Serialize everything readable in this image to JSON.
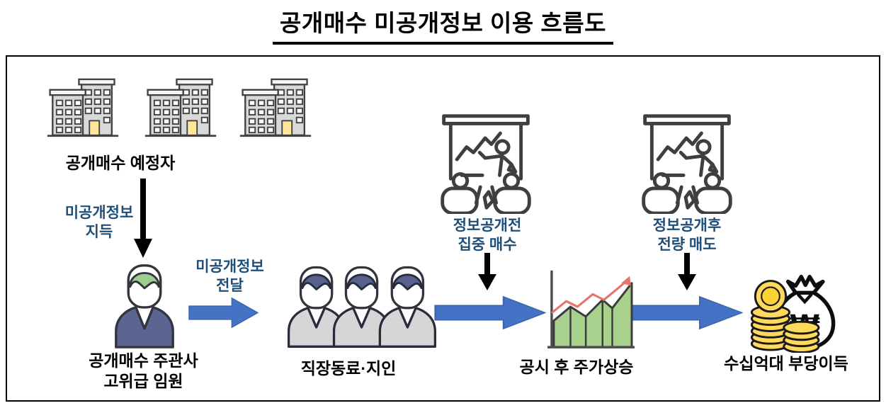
{
  "title": "공개매수 미공개정보 이용 흐름도",
  "nodes": {
    "source": {
      "label": "공개매수 예정자",
      "icon": "office-buildings-icon"
    },
    "executive": {
      "label": "공개매수 주관사\n고위급 임원",
      "icon": "executive-person-icon"
    },
    "colleagues": {
      "label": "직장동료·지인",
      "icon": "three-people-icon"
    },
    "meeting_buy": {
      "icon": "presentation-meeting-icon"
    },
    "meeting_sell": {
      "icon": "presentation-meeting-icon"
    },
    "stock": {
      "label": "공시 후 주가상승",
      "icon": "rising-stock-chart-icon"
    },
    "profit": {
      "label": "수십억대 부당이득",
      "icon": "money-bag-coins-icon"
    }
  },
  "edges": {
    "acquire": {
      "label": "미공개정보\n지득",
      "style": "black-down-arrow"
    },
    "deliver": {
      "label": "미공개정보\n전달",
      "style": "blue-right-arrow"
    },
    "to_stock": {
      "style": "blue-right-arrow"
    },
    "buy": {
      "label": "정보공개전\n집중 매수",
      "style": "black-down-arrow"
    },
    "sell": {
      "label": "정보공개후\n전량 매도",
      "style": "black-down-arrow"
    },
    "to_profit": {
      "style": "blue-right-arrow"
    }
  },
  "colors": {
    "accent_blue": "#4472C4",
    "text_blue": "#1F4E79",
    "outline_black": "#000000",
    "building_gray": "#D9D9D9",
    "door_yellow": "#FFE699",
    "shirt_indigo": "#5B6591",
    "hair_green": "#9DCE8D",
    "hair_navy": "#56618F",
    "people_gray": "#D6D6D6",
    "chart_green": "#A9D18E",
    "chart_red": "#E8736C",
    "coin_yellow": "#FFD95C"
  }
}
